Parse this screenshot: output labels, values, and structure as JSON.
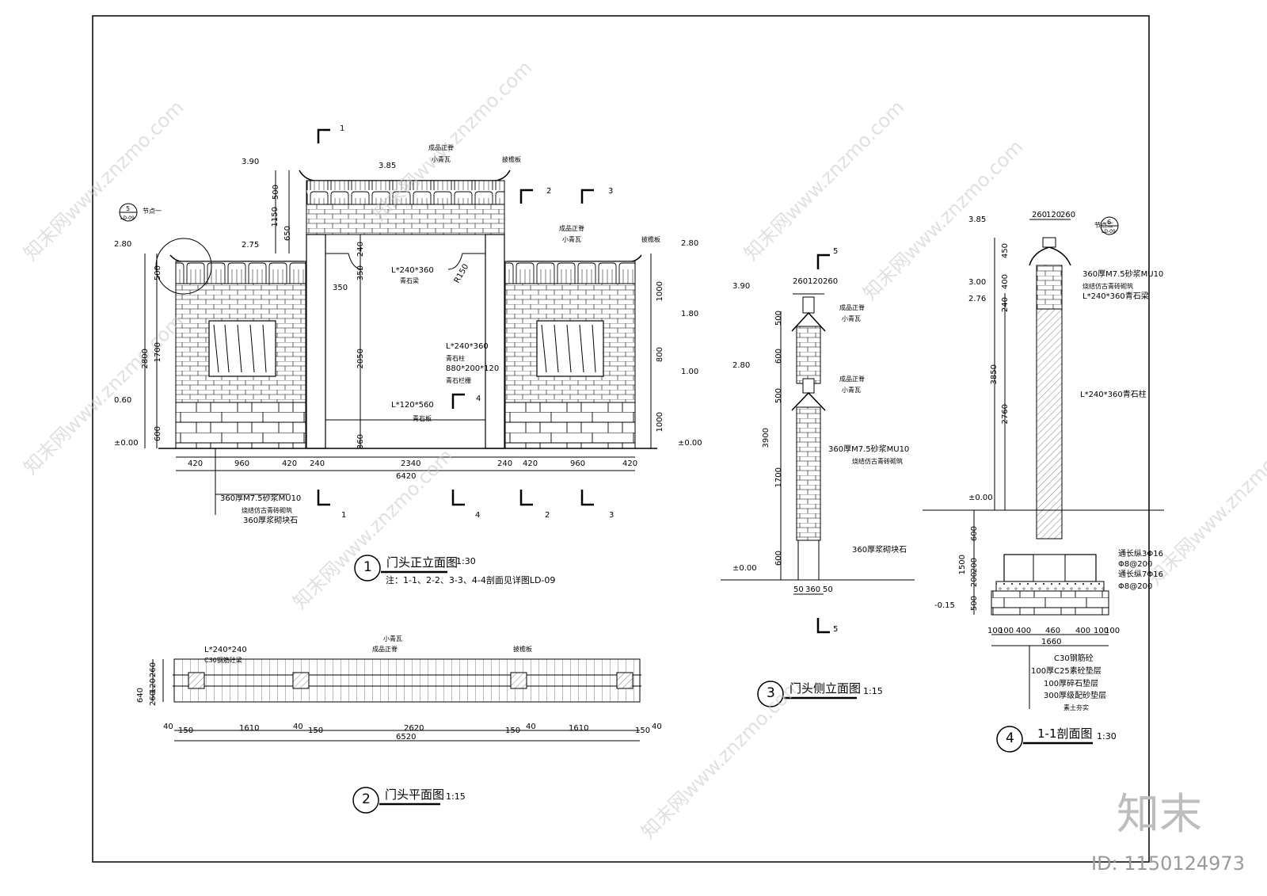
{
  "views": {
    "front_elevation": {
      "number": "1",
      "title": "门头正立面图",
      "scale": "1:30",
      "note": "注：1-1、2-2、3-3、4-4剖面见详图LD-09",
      "levels": [
        "3.90",
        "3.85",
        "2.80",
        "2.75",
        "2.80",
        "1.80",
        "1.00",
        "0.60",
        "±0.00",
        "±0.00"
      ],
      "left_dims": [
        "500",
        "1150",
        "650",
        "500",
        "2800",
        "1700",
        "600"
      ],
      "right_dims": [
        "1000",
        "800",
        "1000"
      ],
      "mid_dims": [
        "350",
        "2050",
        "360",
        "240"
      ],
      "bottom_dims": [
        "420",
        "960",
        "420",
        "240",
        "2340",
        "240",
        "420",
        "960",
        "420"
      ],
      "total_width": "6420",
      "callouts": {
        "ridge_top": "成品正脊",
        "tile_top": "小青瓦",
        "fascia_top": "披檐板",
        "ridge_right": "成品正脊",
        "tile_right": "小青瓦",
        "fascia_right": "披檐板",
        "lintel": "L*240*360",
        "lintel_mat": "青石梁",
        "post": "L*240*360",
        "post_mat": "青石柱",
        "post_size": "880*200*120",
        "post_grille": "青石栏栅",
        "sill": "L*120*560",
        "sill_mat": "青石板",
        "wall1": "360厚M7.5砂浆MU10",
        "wall2": "烧结仿古青砖砌筑",
        "wall3": "360厚浆砌块石",
        "arch_radius": "R150",
        "node_label": "节点一",
        "node_num": "5",
        "node_ref": "LD-09"
      },
      "section_marks": [
        "1",
        "2",
        "3",
        "4",
        "1",
        "4",
        "2",
        "3"
      ]
    },
    "plan": {
      "number": "2",
      "title": "门头平面图",
      "scale": "1:15",
      "callouts": {
        "beam": "L*240*240",
        "beam_mat": "C30钢筋砼梁",
        "tile": "小青瓦",
        "ridge": "成品正脊",
        "fascia": "披檐板"
      },
      "side_dims": [
        "640",
        "260",
        "120",
        "260"
      ],
      "bottom_dims": [
        "40",
        "150",
        "1610",
        "40",
        "150",
        "2620",
        "150",
        "40",
        "1610",
        "150",
        "40"
      ],
      "total_width": "6520"
    },
    "side_elevation": {
      "number": "3",
      "title": "门头侧立面图",
      "scale": "1:15",
      "levels": [
        "3.90",
        "2.80",
        "±0.00"
      ],
      "top_dims": [
        "260",
        "120",
        "260"
      ],
      "left_dims": [
        "500",
        "600",
        "500",
        "3900",
        "1700",
        "600"
      ],
      "bottom_dims": [
        "50",
        "360",
        "50"
      ],
      "callouts": {
        "ridge1": "成品正脊",
        "tile1": "小青瓦",
        "ridge2": "成品正脊",
        "tile2": "小青瓦",
        "wall1": "360厚M7.5砂浆MU10",
        "wall2": "烧结仿古青砖砌筑",
        "base": "360厚浆砌块石"
      },
      "section_marks": [
        "5",
        "5"
      ]
    },
    "section_1_1": {
      "number": "4",
      "title": "1-1剖面图",
      "scale": "1:30",
      "levels": [
        "3.85",
        "3.00",
        "2.76",
        "±0.00",
        "-0.15"
      ],
      "top_dims": [
        "260",
        "120",
        "260"
      ],
      "left_dims": [
        "450",
        "400",
        "240",
        "3850",
        "2760",
        "600",
        "1500",
        "200",
        "200",
        "500"
      ],
      "bottom_dims": [
        "100",
        "100",
        "400",
        "460",
        "400",
        "100",
        "100"
      ],
      "total_width": "1660",
      "node_label": "节点二",
      "node_num": "6",
      "node_ref": "LD-09",
      "callouts": {
        "wall1": "360厚M7.5砂浆MU10",
        "wall2": "烧结仿古青砖砌筑",
        "lintel": "L*240*360青石梁",
        "post": "L*240*360青石柱",
        "rebar1": "通长纵3Φ16",
        "rebar2": "Φ8@200",
        "rebar3": "通长纵7Φ16",
        "rebar4": "Φ8@200"
      },
      "layers": [
        "C30钢筋砼",
        "100厚C25素砼垫层",
        "100厚碎石垫层",
        "300厚级配砂垫层",
        "素土夯实"
      ]
    }
  },
  "brand": {
    "logo": "知末",
    "id_text": "ID: 1150124973",
    "watermark": "知末网www.znzmo.com"
  }
}
